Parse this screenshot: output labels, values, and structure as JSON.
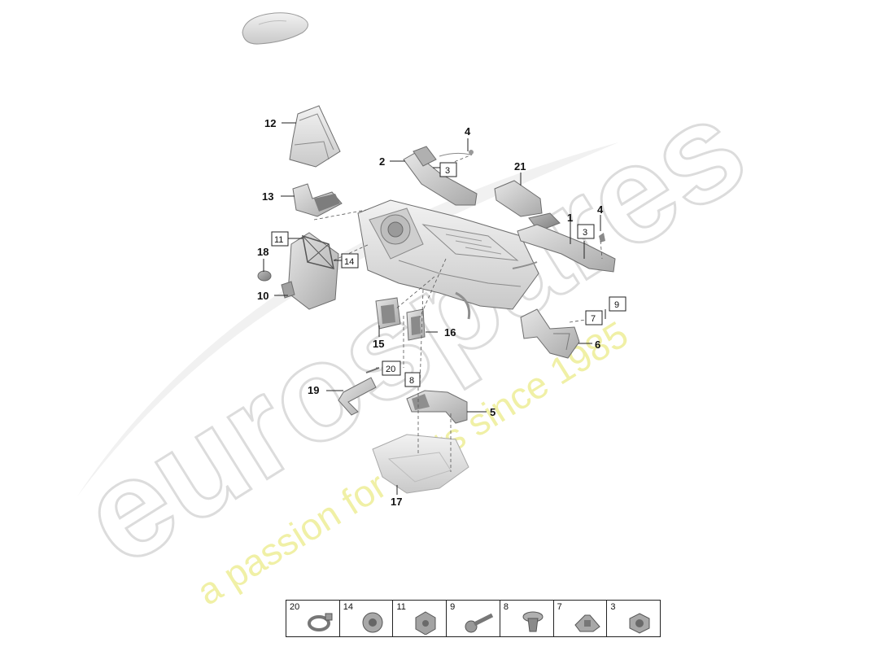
{
  "watermark": {
    "brand": "eurospares",
    "tagline": "a passion for parts since 1985",
    "brand_color": "#d9d9d9",
    "tagline_color": "#efef9a"
  },
  "callouts": {
    "c1": "1",
    "c2": "2",
    "c4a": "4",
    "c4b": "4",
    "c5": "5",
    "c6": "6",
    "c10": "10",
    "c12": "12",
    "c13": "13",
    "c15": "15",
    "c16": "16",
    "c17": "17",
    "c18": "18",
    "c19": "19",
    "c21": "21"
  },
  "boxed_callouts": {
    "b3a": "3",
    "b3b": "3",
    "b7": "7",
    "b8": "8",
    "b9": "9",
    "b11": "11",
    "b14": "14",
    "b20": "20"
  },
  "legend": [
    {
      "number": "20",
      "icon": "hose-clamp-icon"
    },
    {
      "number": "14",
      "icon": "nut-icon"
    },
    {
      "number": "11",
      "icon": "hex-nut-icon"
    },
    {
      "number": "9",
      "icon": "screw-icon"
    },
    {
      "number": "8",
      "icon": "expanding-rivet-icon"
    },
    {
      "number": "7",
      "icon": "clip-icon"
    },
    {
      "number": "3",
      "icon": "grommet-nut-icon"
    }
  ]
}
